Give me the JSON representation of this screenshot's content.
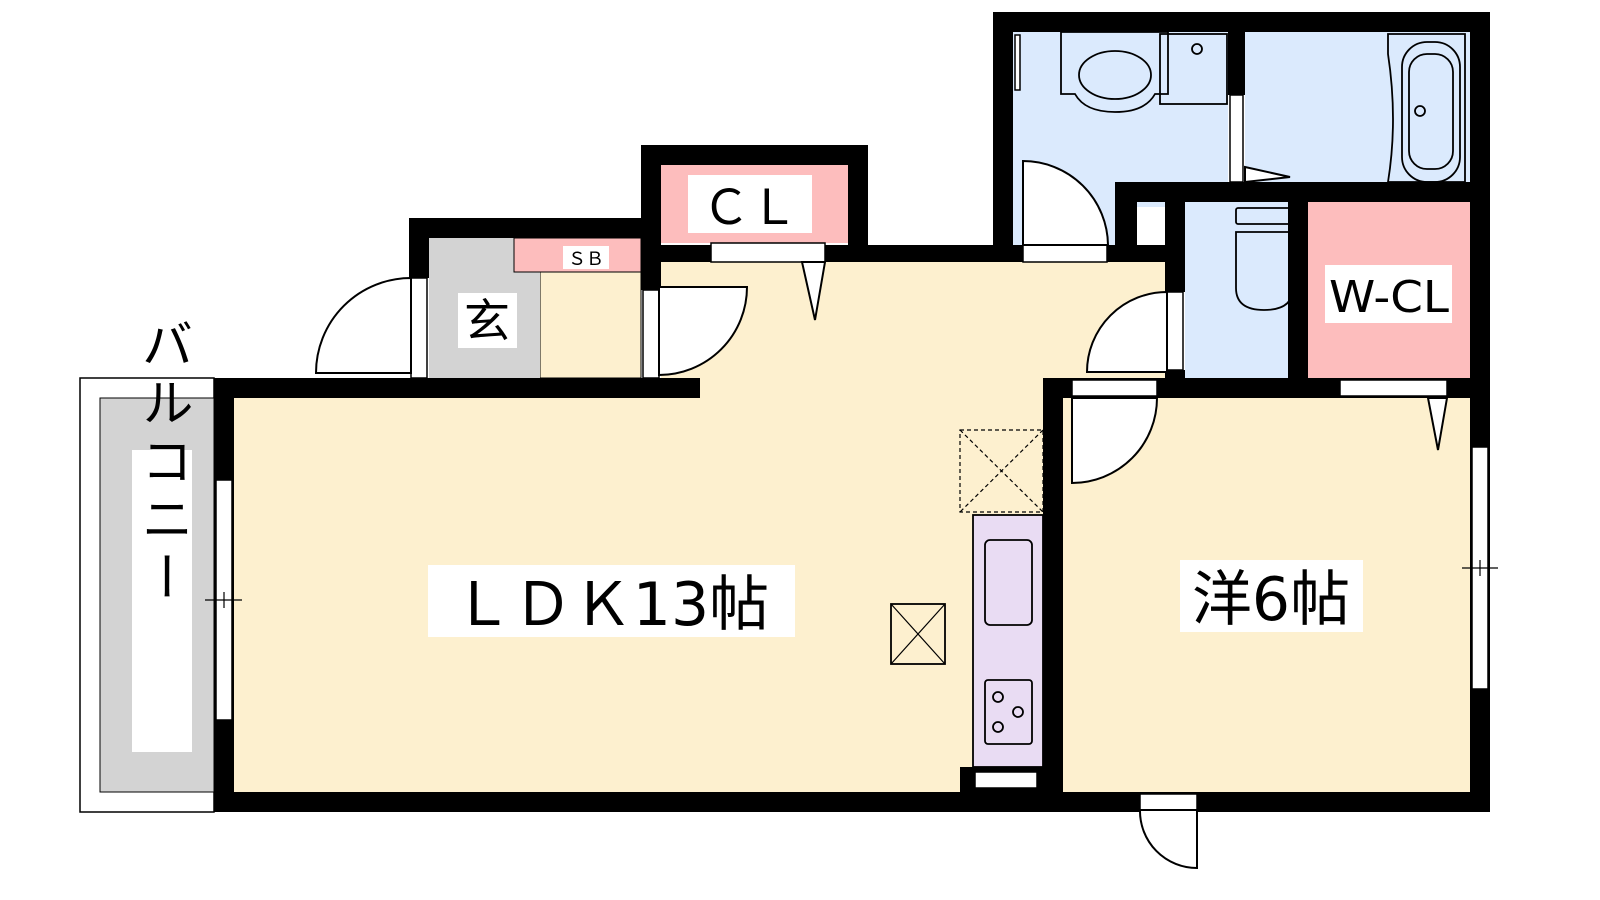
{
  "floorplan": {
    "rooms": {
      "ldk": "ＬＤＫ13帖",
      "western": "洋6帖",
      "closet": "ＣＬ",
      "walk_in_closet": "W-CL",
      "entrance": "玄",
      "shoe_box": "ＳＢ",
      "balcony": "バルコニー"
    },
    "colors": {
      "wall": "#000000",
      "floor": "#fdf0cf",
      "wet_area": "#dbeafd",
      "storage": "#fdbdbd",
      "entrance": "#d3d3d3",
      "kitchen": "#e9dcf3"
    }
  }
}
